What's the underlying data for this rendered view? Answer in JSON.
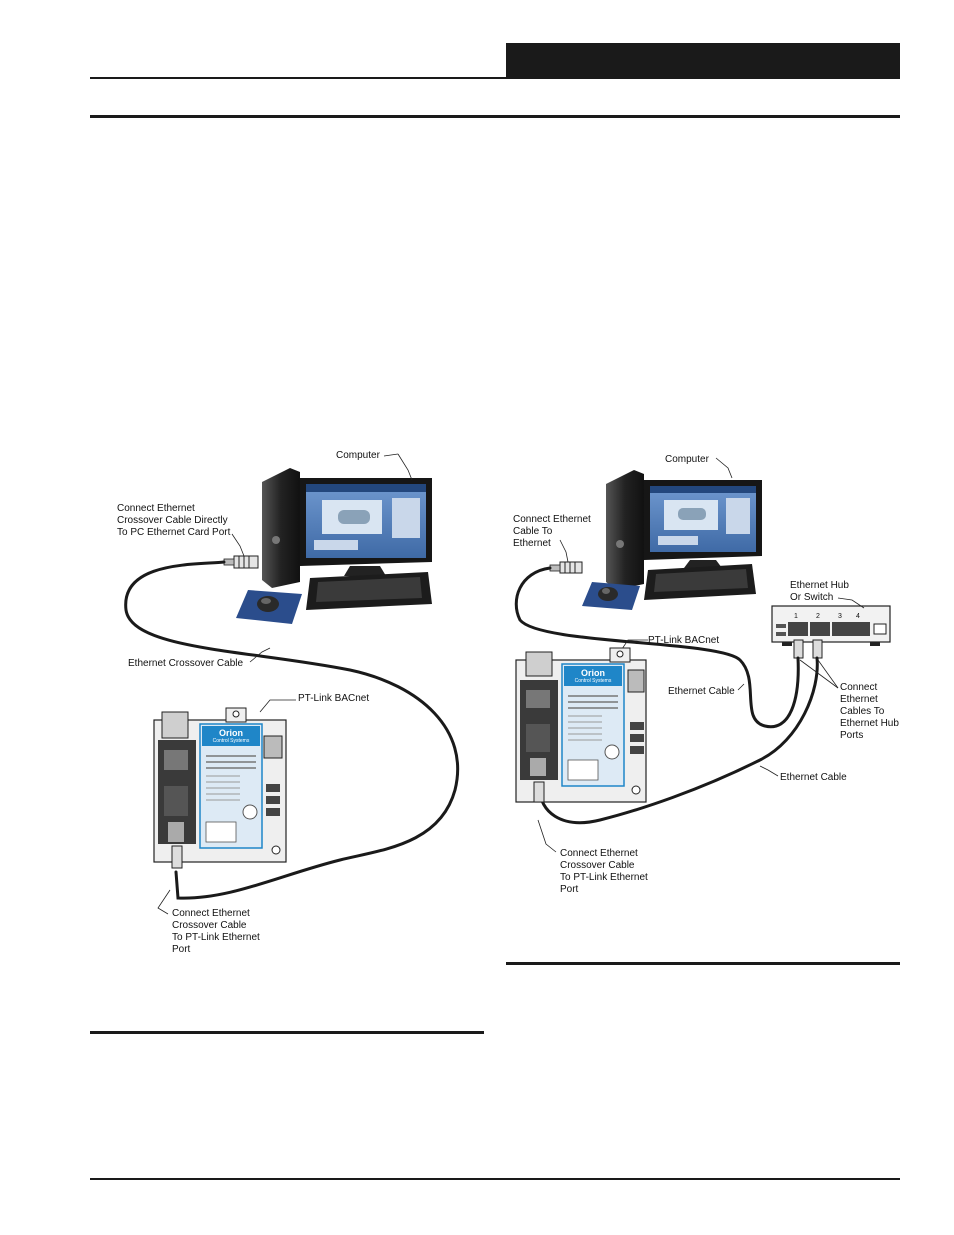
{
  "colors": {
    "rule": "#1a1a1a",
    "screen_blue": "#4a78b8",
    "mousepad": "#2b4d8c",
    "pcb_green": "#2f6b3a",
    "label_blue": "#1f86c8",
    "tower": "#2a2a2a"
  },
  "left_diagram": {
    "computer_label": "Computer",
    "card_port_label": "Connect Ethernet\nCrossover Cable Directly\nTo PC Ethernet Card Port",
    "crossover_cable_label": "Ethernet Crossover Cable",
    "device_label": "PT-Link BACnet",
    "pt_port_label": "Connect Ethernet\nCrossover Cable\nTo PT-Link Ethernet\nPort"
  },
  "right_diagram": {
    "computer_label": "Computer",
    "ethernet_label": "Connect Ethernet\nCable To\nEthernet",
    "hub_label": "Ethernet Hub\nOr Switch",
    "device_label": "PT-Link BACnet",
    "cable_label_1": "Ethernet Cable",
    "hub_ports_label": "Connect\nEthernet\nCables To\nEthernet Hub\nPorts",
    "cable_label_2": "Ethernet Cable",
    "pt_port_label": "Connect Ethernet\nCrossover Cable\nTo PT-Link Ethernet\nPort",
    "hub_port_numbers": [
      "1",
      "2",
      "3",
      "4"
    ]
  },
  "device": {
    "brand": "Orion",
    "subtitle": "Control Systems"
  }
}
